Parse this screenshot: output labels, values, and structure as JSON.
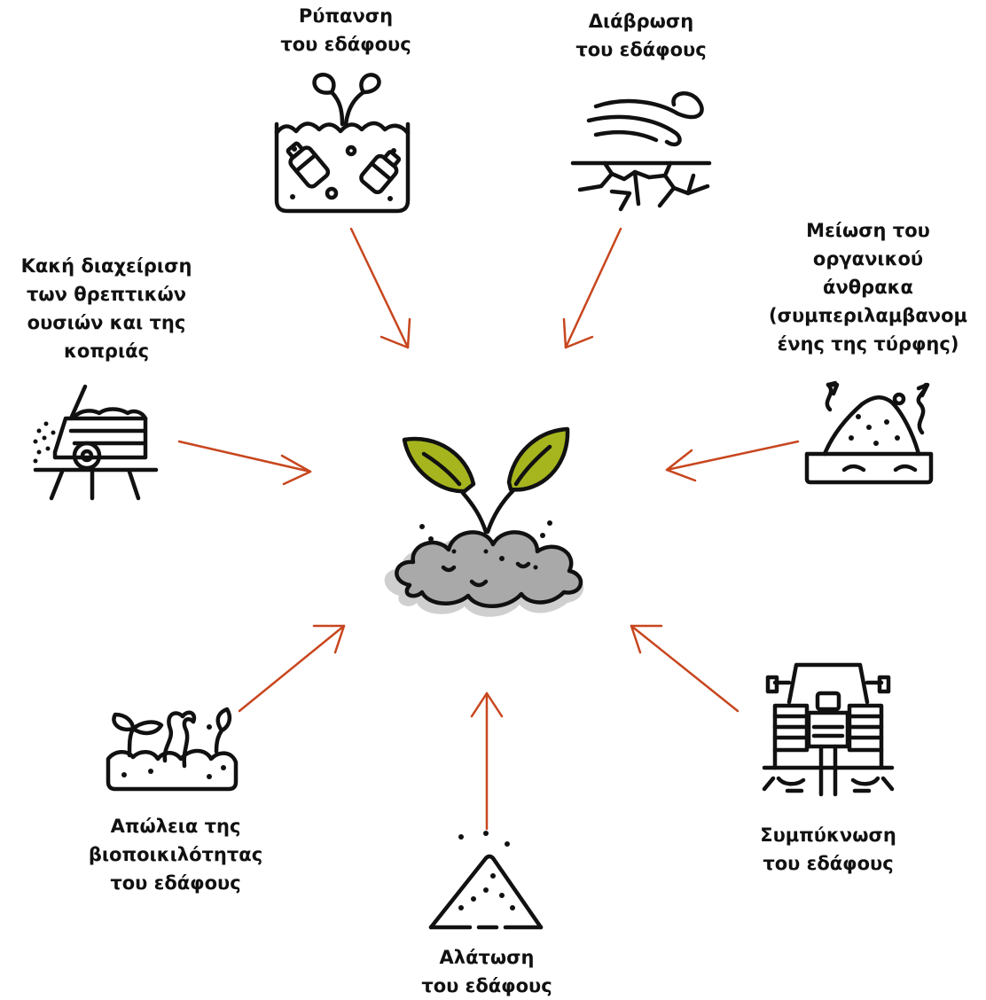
{
  "colors": {
    "arrow": "#C8461E",
    "leaf": "#A6B51E",
    "soil": "#A9A9A9",
    "soil_shadow": "#CFCFCF",
    "ink": "#111111"
  },
  "center": {
    "icon": "sprout-in-soil-icon"
  },
  "threats": [
    {
      "id": "pollution",
      "icon": "polluted-soil-icon",
      "lines": [
        "Ρύπανση",
        "του εδάφους"
      ]
    },
    {
      "id": "erosion",
      "icon": "wind-erosion-icon",
      "lines": [
        "Διάβρωση",
        "του εδάφους"
      ]
    },
    {
      "id": "carbon",
      "icon": "organic-carbon-loss-icon",
      "lines": [
        "Μείωση του",
        "οργανικού",
        "άνθρακα",
        "(συμπεριλαμβανομ",
        "ένης της τύρφης)"
      ]
    },
    {
      "id": "compaction",
      "icon": "tractor-compaction-icon",
      "lines": [
        "Συμπύκνωση",
        "του εδάφους"
      ]
    },
    {
      "id": "salinization",
      "icon": "salt-pile-icon",
      "lines": [
        "Αλάτωση",
        "του εδάφους"
      ]
    },
    {
      "id": "biodiversity",
      "icon": "earthworm-soil-icon",
      "lines": [
        "Απώλεια της",
        "βιοποικιλότητας",
        "του εδάφους"
      ]
    },
    {
      "id": "nutrients",
      "icon": "manure-spreader-icon",
      "lines": [
        "Κακή διαχείριση",
        "των θρεπτικών",
        "ουσιών και της",
        "κοπριάς"
      ]
    }
  ]
}
